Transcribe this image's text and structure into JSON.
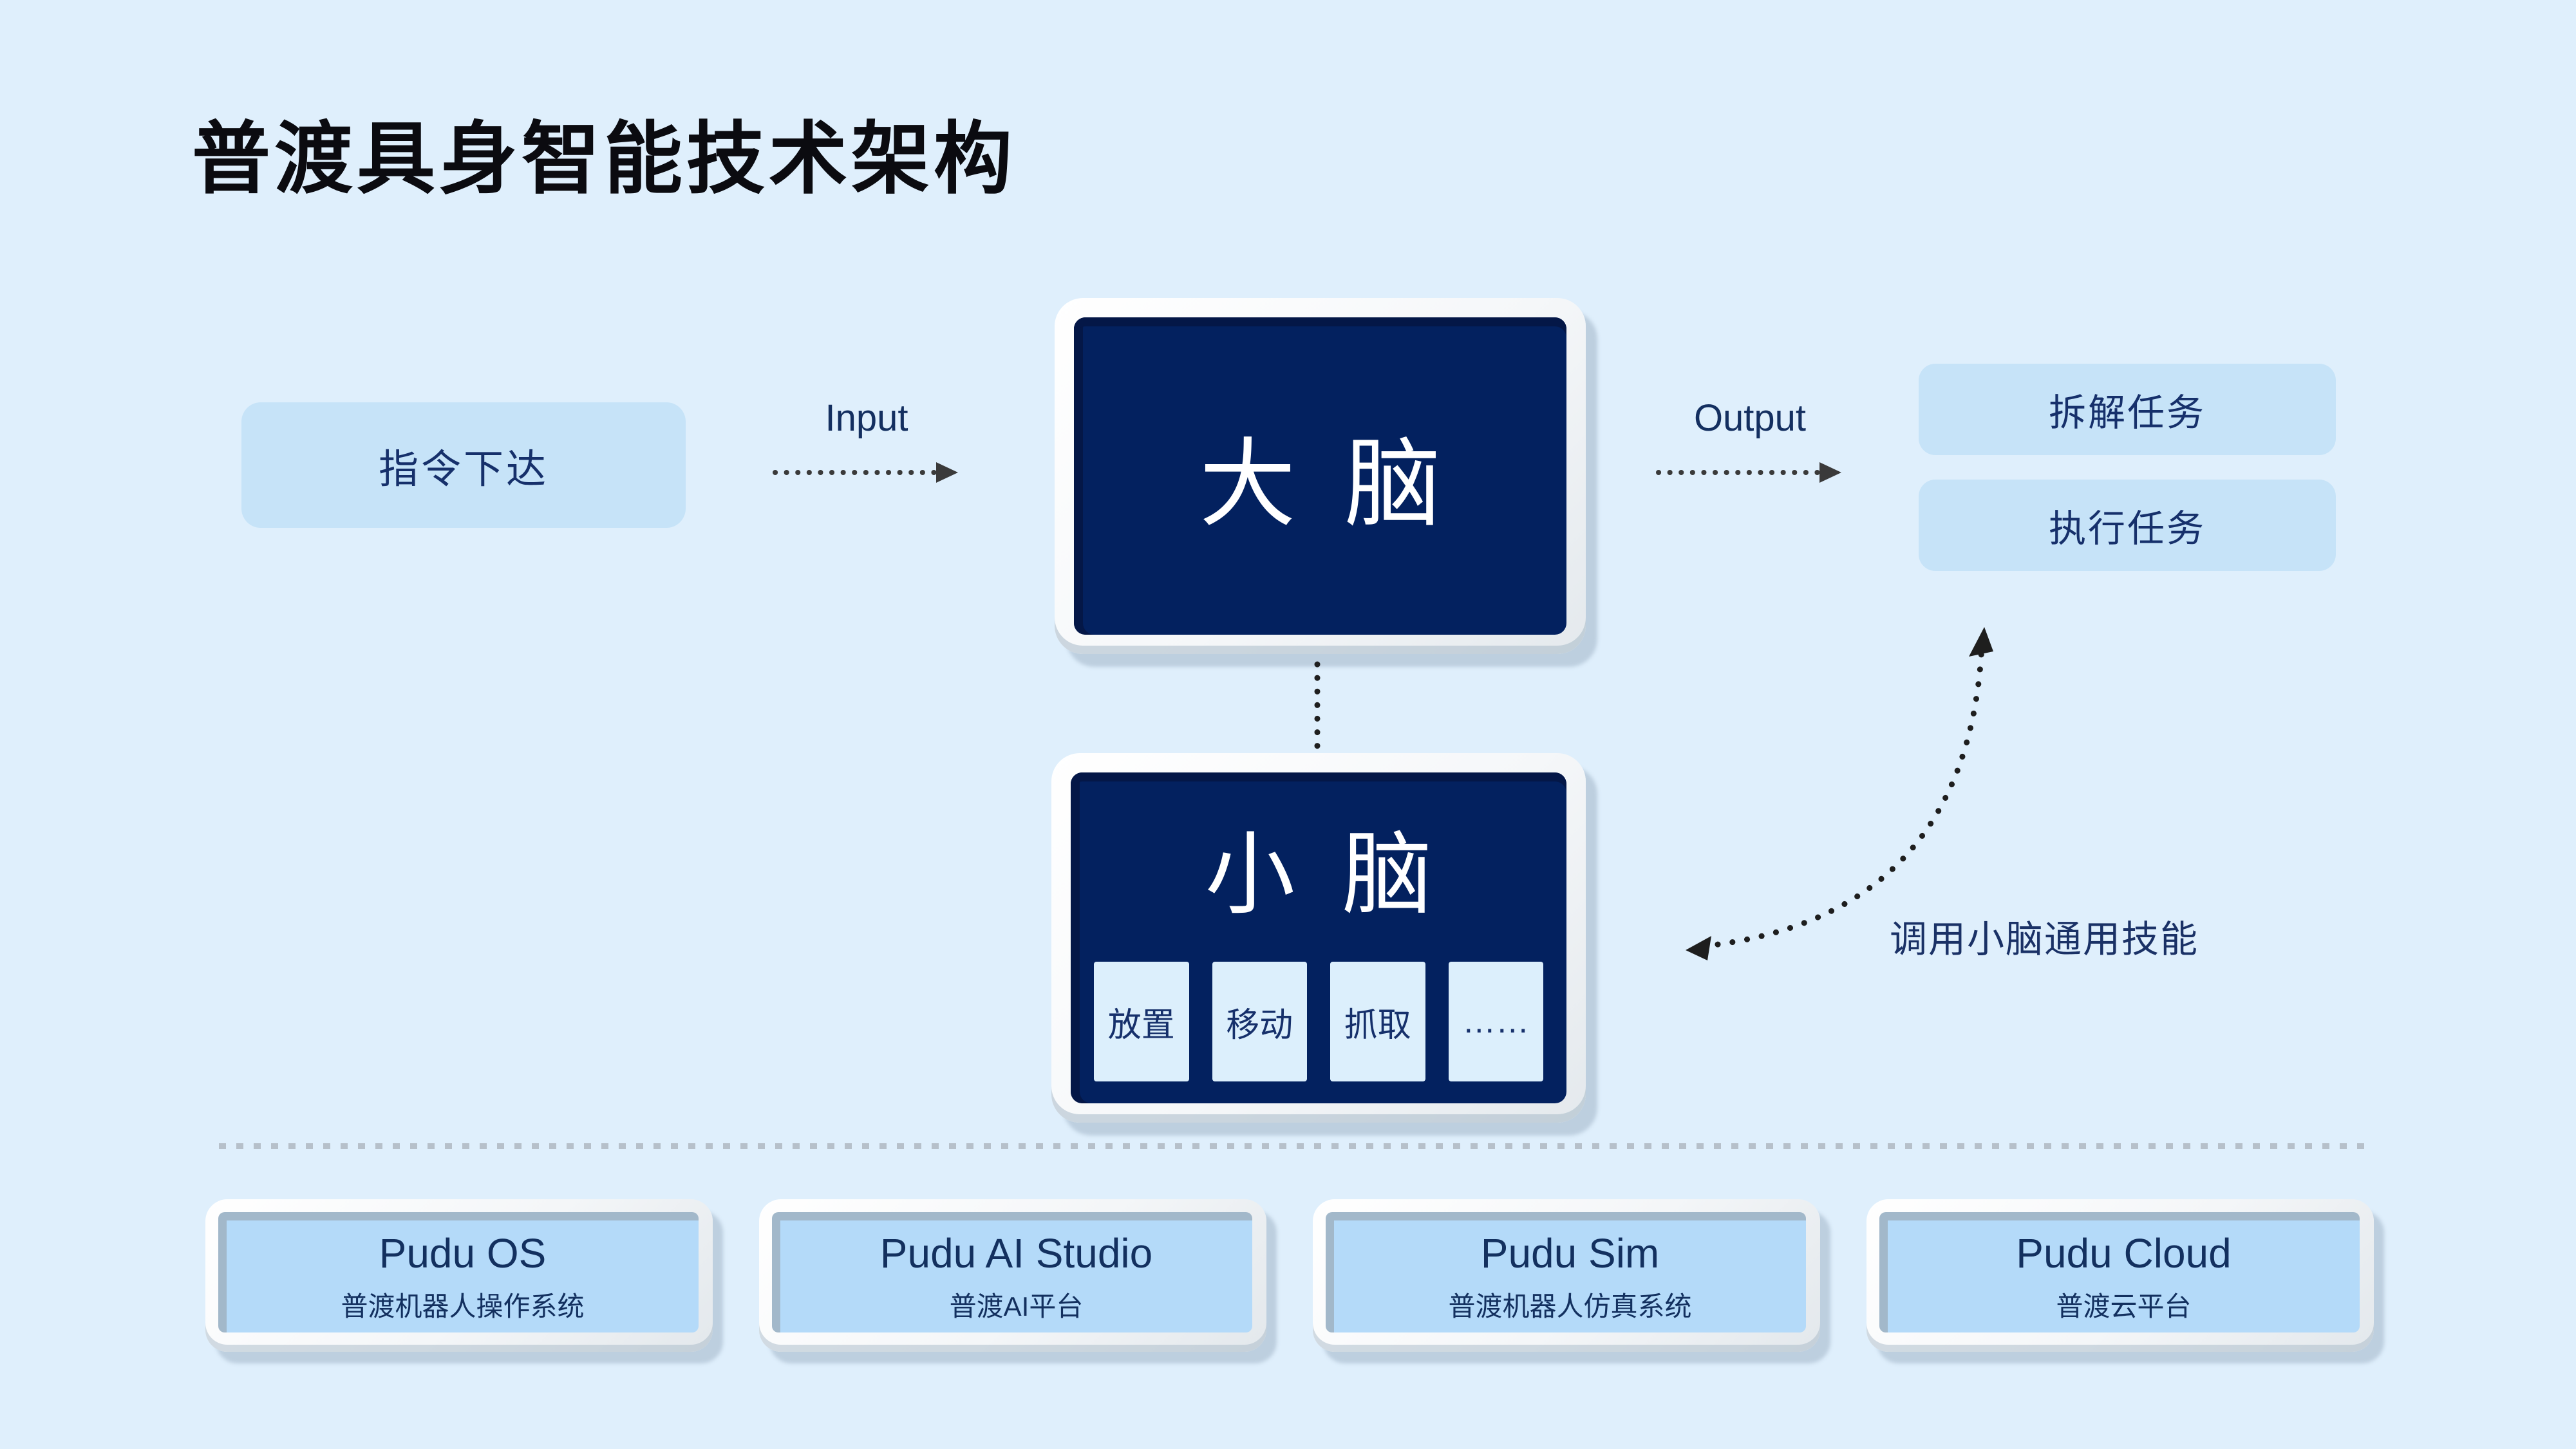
{
  "title": "普渡具身智能技术架构",
  "flow": {
    "command": "指令下达",
    "input_label": "Input",
    "brain": "大 脑",
    "output_label": "Output",
    "tasks": [
      "拆解任务",
      "执行任务"
    ],
    "cerebellum": "小 脑",
    "skills": [
      "放置",
      "移动",
      "抓取",
      "……"
    ],
    "skill_call": "调用小脑通用技能"
  },
  "platforms": [
    {
      "name": "Pudu OS",
      "desc": "普渡机器人操作系统"
    },
    {
      "name": "Pudu AI Studio",
      "desc": "普渡AI平台"
    },
    {
      "name": "Pudu Sim",
      "desc": "普渡机器人仿真系统"
    },
    {
      "name": "Pudu Cloud",
      "desc": "普渡云平台"
    }
  ],
  "colors": {
    "background": "#DFEFFC",
    "light_box": "#C6E3F8",
    "navy_box": "#03215F",
    "navy_edge": "#041747",
    "text_navy": "#16306B",
    "card_blue": "#B4DAF9",
    "card_edge": "#A2B8CA",
    "arrow": "#3A3A3A",
    "divider": "#B6C0CA"
  }
}
